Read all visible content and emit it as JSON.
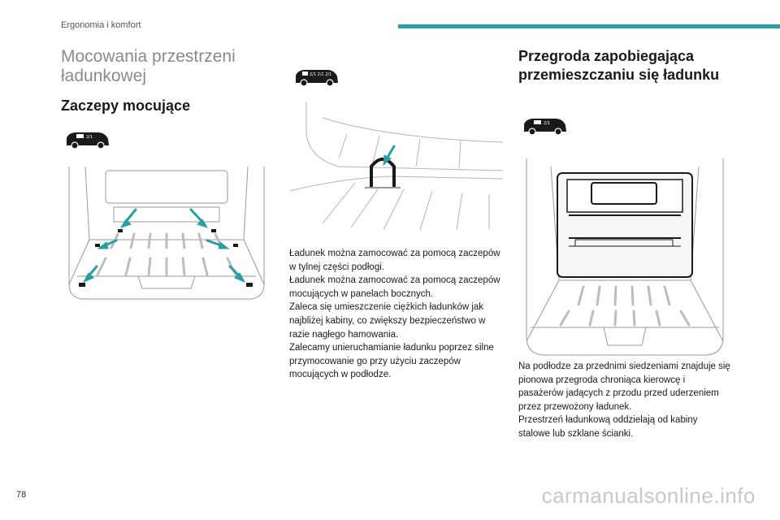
{
  "header": {
    "section": "Ergonomia i komfort",
    "accent_color": "#2a9ea5"
  },
  "page": {
    "number": "78"
  },
  "left": {
    "title": "Mocowania przestrzeni ładunkowej",
    "subtitle": "Zaczepy mocujące",
    "vehicle_icon": "van-icon"
  },
  "middle": {
    "vehicle_icon": "van-icon",
    "paragraphs": [
      "Ładunek można zamocować za pomocą zaczepów w tylnej części podłogi.",
      "Ładunek można zamocować za pomocą zaczepów mocujących w panelach bocznych.",
      "Zaleca się umieszczenie ciężkich ładunków jak najbliżej kabiny, co zwiększy bezpieczeństwo w razie nagłego hamowania.",
      "Zalecamy unieruchamianie ładunku poprzez silne przymocowanie go przy użyciu zaczepów mocujących w podłodze."
    ]
  },
  "right": {
    "title": "Przegroda zapobiegająca przemieszczaniu się ładunku",
    "vehicle_icon": "van-icon",
    "paragraphs": [
      "Na podłodze za przednimi siedzeniami znajduje się pionowa przegroda chroniąca kierowcę i pasażerów jadących z przodu przed uderzeniem przez przewożony ładunek.",
      "Przestrzeń ładunkową oddzielają od kabiny stalowe lub szklane ścianki."
    ]
  },
  "watermark": "carmanualsonline.info"
}
